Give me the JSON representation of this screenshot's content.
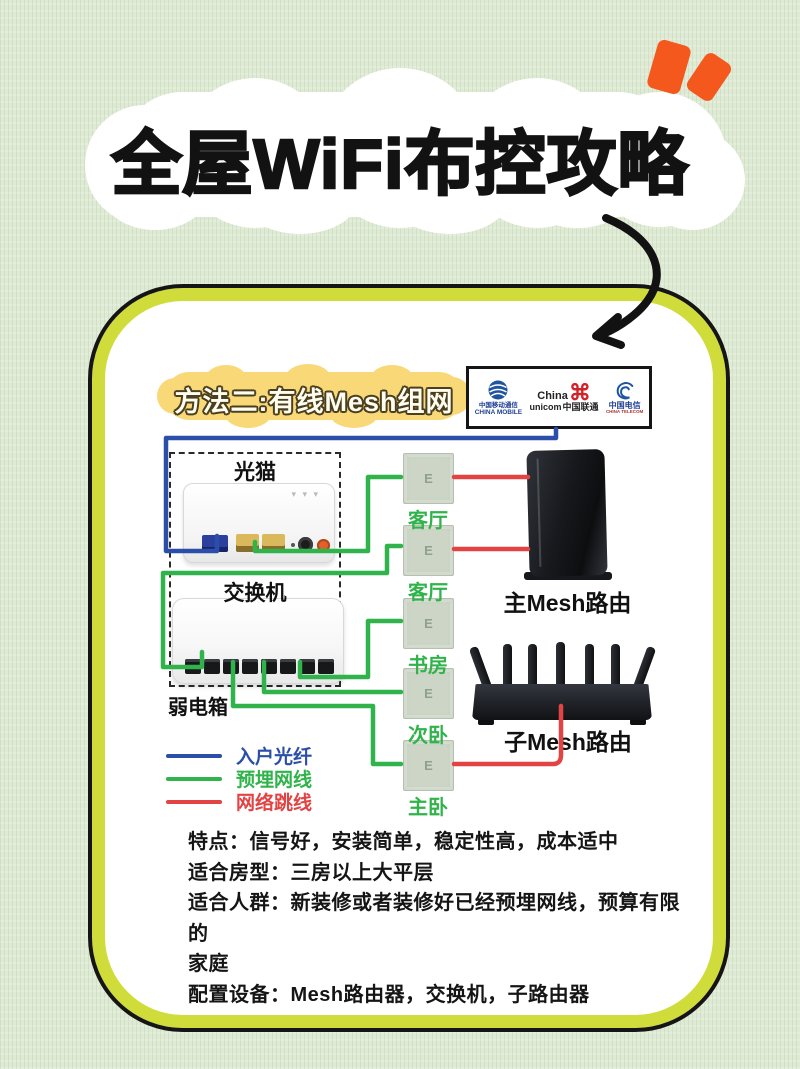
{
  "title": "全屋WiFi布控攻略",
  "section": {
    "header": "方法二:有线Mesh组网"
  },
  "carriers": {
    "mobile": {
      "name_cn": "中国移动通信",
      "name_en": "CHINA MOBILE"
    },
    "unicom": {
      "line1": "China",
      "line2": "unicom",
      "name_cn": "中国联通",
      "knot_glyph": "⌘"
    },
    "telecom": {
      "name_cn": "中国电信",
      "name_en": "CHINA TELECOM"
    }
  },
  "diagram": {
    "modem_label": "光猫",
    "switch_label": "交换机",
    "weak_box_label": "弱电箱",
    "main_router_label": "主Mesh路由",
    "sub_router_label": "子Mesh路由",
    "wall_plates": [
      {
        "glyph": "E",
        "label": "客厅"
      },
      {
        "glyph": "E",
        "label": "客厅"
      },
      {
        "glyph": "E",
        "label": "书房"
      },
      {
        "glyph": "E",
        "label": "次卧"
      },
      {
        "glyph": "E",
        "label": "主卧"
      }
    ],
    "legend": [
      {
        "label": "入户光纤",
        "color": "#2b4fa8"
      },
      {
        "label": "预埋网线",
        "color": "#2fb34a"
      },
      {
        "label": "网络跳线",
        "color": "#e24444"
      }
    ]
  },
  "notes": {
    "lines": [
      "特点：信号好，安装简单，稳定性高，成本适中",
      "适合房型：三房以上大平层",
      "适合人群：新装修或者装修好已经预埋网线，预算有限的",
      "家庭",
      "配置设备：Mesh路由器，交换机，子路由器"
    ]
  },
  "colors": {
    "background": "#dfead5",
    "card_border": "#cfdc3a",
    "header_bubble": "#f9d877",
    "accent_orange": "#f4581d",
    "fiber_blue": "#2b4fa8",
    "ethernet_green": "#2fb34a",
    "patch_red": "#e24444"
  }
}
